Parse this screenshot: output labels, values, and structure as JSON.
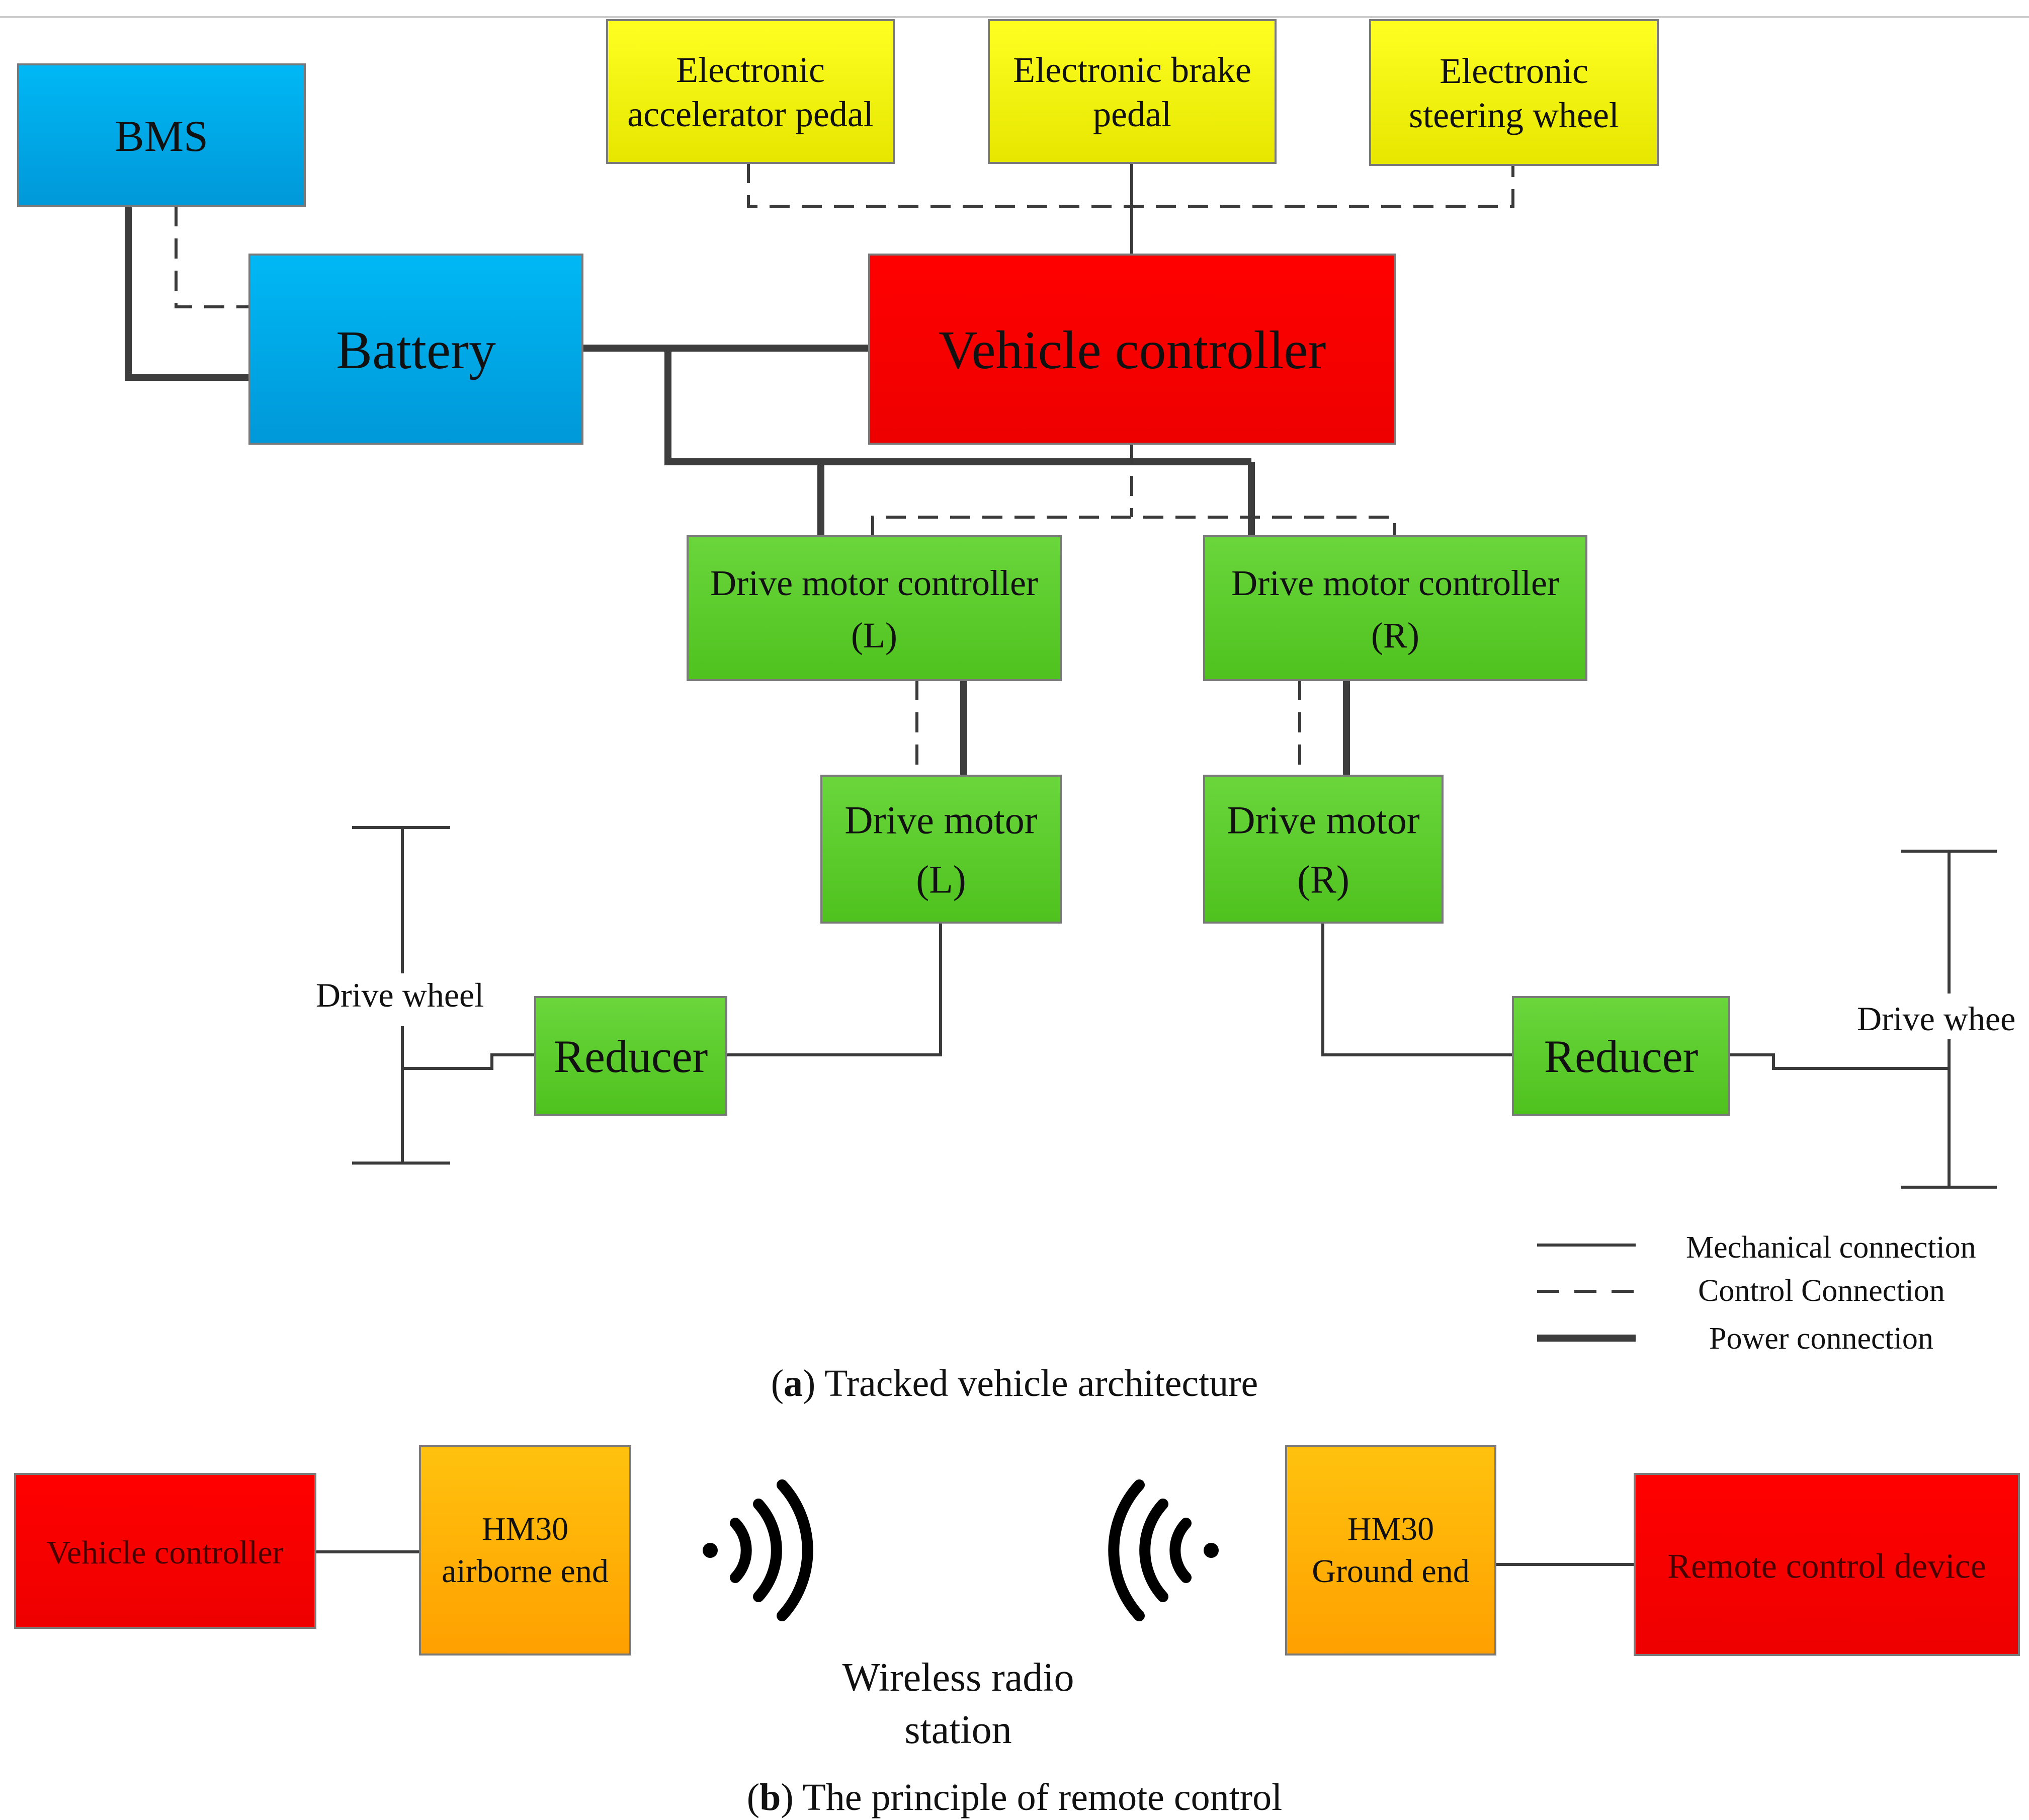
{
  "part_a": {
    "boxes": {
      "bms": {
        "lines": [
          "BMS"
        ]
      },
      "battery": {
        "lines": [
          "Battery"
        ]
      },
      "accelerator": {
        "lines": [
          "Electronic",
          "accelerator pedal"
        ]
      },
      "brake": {
        "lines": [
          "Electronic brake",
          "pedal"
        ]
      },
      "steering": {
        "lines": [
          "Electronic",
          "steering wheel"
        ]
      },
      "vehicle_controller": {
        "lines": [
          "Vehicle controller"
        ]
      },
      "dmc_left": {
        "lines": [
          "Drive motor controller",
          "(L)"
        ]
      },
      "dmc_right": {
        "lines": [
          "Drive motor controller",
          "(R)"
        ]
      },
      "motor_left": {
        "lines": [
          "Drive motor",
          "(L)"
        ]
      },
      "motor_right": {
        "lines": [
          "Drive motor",
          "(R)"
        ]
      },
      "reducer_left": {
        "lines": [
          "Reducer"
        ]
      },
      "reducer_right": {
        "lines": [
          "Reducer"
        ]
      }
    },
    "wheel_left_label": "Drive wheel",
    "wheel_right_label": "Drive whee",
    "legend": {
      "mechanical": "Mechanical connection",
      "control": "Control Connection",
      "power": "Power connection"
    },
    "caption_letter": "a",
    "caption_text": "Tracked vehicle architecture"
  },
  "part_b": {
    "boxes": {
      "vehicle_controller": {
        "lines": [
          "Vehicle controller"
        ]
      },
      "hm30_airborne": {
        "lines": [
          "HM30",
          "airborne end"
        ]
      },
      "hm30_ground": {
        "lines": [
          "HM30",
          "Ground end"
        ]
      },
      "remote_device": {
        "lines": [
          "Remote control device"
        ]
      }
    },
    "radio_label": [
      "Wireless radio",
      "station"
    ],
    "caption_letter": "b",
    "caption_text": "The principle of remote control"
  },
  "colors": {
    "blue": "#00AEEF",
    "yellow": "#FFFF00",
    "red": "#FF0000",
    "green": "#5DD22E",
    "orange": "#FFB300"
  }
}
